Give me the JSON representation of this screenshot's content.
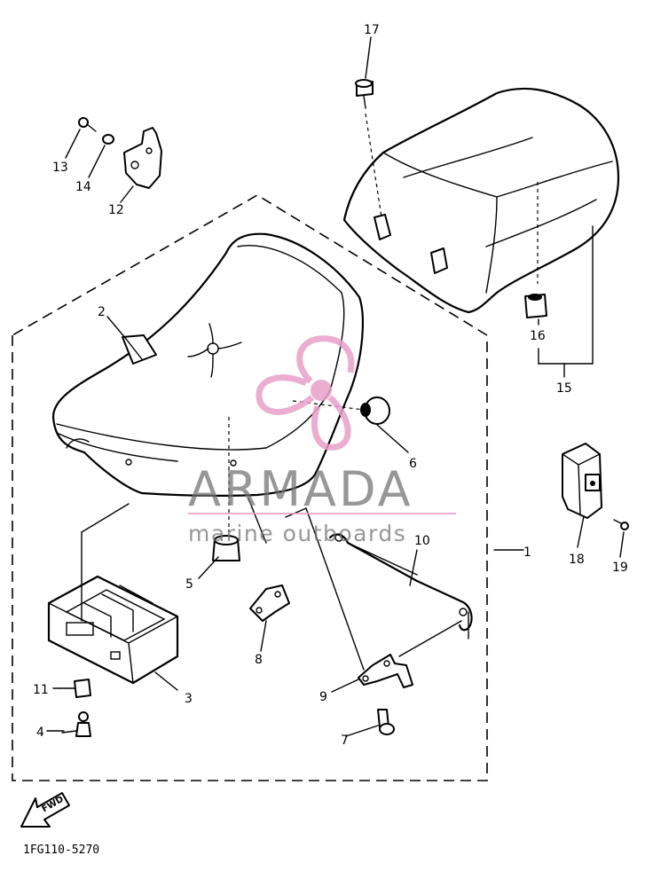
{
  "diagram": {
    "part_numbers": [
      "1",
      "2",
      "3",
      "4",
      "5",
      "6",
      "7",
      "8",
      "9",
      "10",
      "11",
      "12",
      "13",
      "14",
      "15",
      "16",
      "17",
      "18",
      "19"
    ],
    "direction_label": "FWD",
    "diagram_code": "1FG110-5270"
  },
  "watermark": {
    "brand": "ARMADA",
    "tagline": "marine outboards",
    "color_text": "#707070",
    "color_accent": "#e8a0c8",
    "icon": "propeller-logo-icon"
  }
}
